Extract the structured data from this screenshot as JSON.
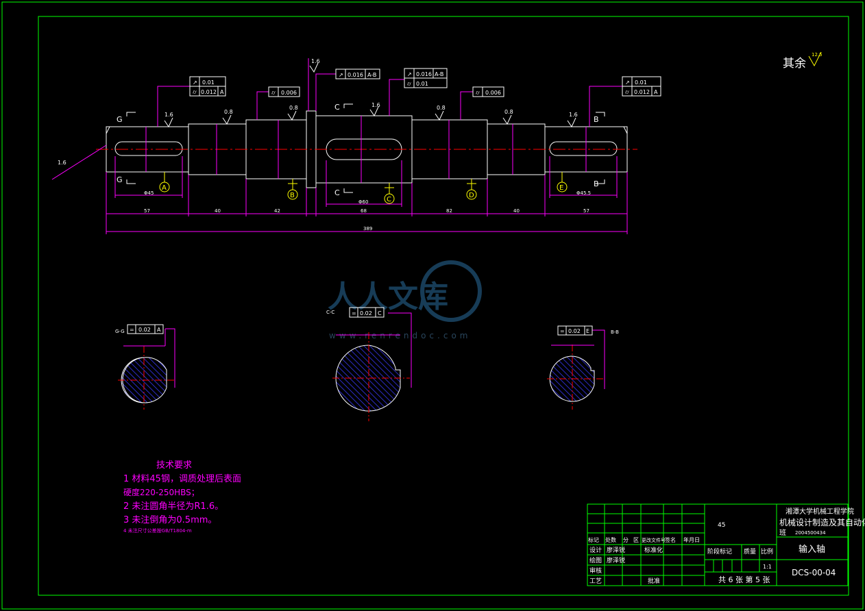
{
  "roughness_note": {
    "label": "其余",
    "value": "12.5"
  },
  "views": {
    "main": {
      "section_marks": [
        "G",
        "G",
        "C",
        "C",
        "B",
        "B"
      ],
      "datum_labels": [
        "A",
        "B",
        "C",
        "D",
        "E"
      ],
      "roughness": [
        "1.6",
        "0.8",
        "0.8",
        "1.6",
        "1.6",
        "0.8",
        "0.8",
        "1.6",
        "1.6"
      ],
      "tolerance_frames": [
        {
          "rows": [
            [
              "↗",
              "0.01"
            ],
            [
              "⌭",
              "0.012",
              "A"
            ]
          ]
        },
        {
          "rows": [
            [
              "⌭",
              "0.006"
            ]
          ]
        },
        {
          "rows": [
            [
              "↗",
              "0.016",
              "A-B"
            ]
          ]
        },
        {
          "rows": [
            [
              "↗",
              "0.016",
              "A-B"
            ],
            [
              "⌭",
              "0.01"
            ]
          ]
        },
        {
          "rows": [
            [
              "⌭",
              "0.006"
            ]
          ]
        },
        {
          "rows": [
            [
              "↗",
              "0.01"
            ],
            [
              "⌭",
              "0.012",
              "A"
            ]
          ]
        }
      ],
      "dimensions": {
        "keyway_lengths": [
          "Φ45",
          "Φ60",
          "Φ45.5"
        ],
        "segments": [
          "57",
          "40",
          "42",
          "68",
          "82",
          "40",
          "57"
        ],
        "total": "389"
      }
    },
    "sections": [
      {
        "label": "G-G",
        "frame": [
          "=",
          "0.02",
          "A"
        ]
      },
      {
        "label": "C-C",
        "frame": [
          "=",
          "0.02",
          "C"
        ]
      },
      {
        "label": "B-B",
        "frame": [
          "=",
          "0.02",
          "E"
        ]
      }
    ]
  },
  "watermark": {
    "text": "人人文库",
    "url": "www.renrendoc.com"
  },
  "tech_requirements": {
    "title": "技术要求",
    "items": [
      "1 材料45钢，调质处理后表面",
      "硬度220-250HBS；",
      "2  未注圆角半径为R1.6。",
      "3  未注倒角为0.5mm。",
      "4  未注尺寸公差按GB/T1804-m"
    ]
  },
  "title_block": {
    "material": "45",
    "school": "湘潭大学机械工程学院",
    "major": "机械设计制造及其自动化",
    "class_label": "班",
    "student_no": "2004500434",
    "part_name": "输入轴",
    "drawing_no": "DCS-00-04",
    "scale": "1:1",
    "sheets": "共 6 张 第 5 张",
    "header_row": [
      "标记",
      "处数",
      "分",
      "区",
      "更改文件号",
      "签名",
      "年月日"
    ],
    "rows": [
      {
        "role": "设计",
        "name": "廖泽锐",
        "extra": "标准化"
      },
      {
        "role": "绘图",
        "name": "廖泽锐",
        "extra": ""
      },
      {
        "role": "审核",
        "name": "",
        "extra": ""
      },
      {
        "role": "工艺",
        "name": "",
        "extra": "批准"
      }
    ],
    "stage_labels": [
      "阶段标记",
      "质量",
      "比例"
    ]
  }
}
